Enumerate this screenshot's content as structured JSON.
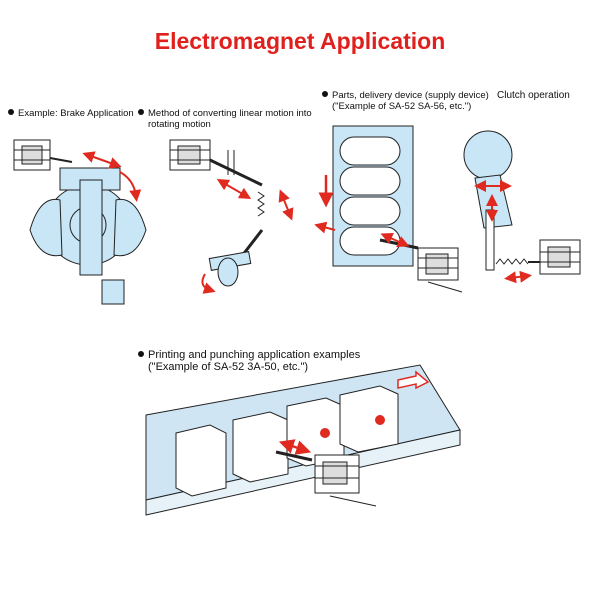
{
  "title": "Electromagnet Application",
  "captions": {
    "brake": "Example: Brake Application",
    "linear_line1": "Method of converting linear motion into",
    "linear_line2": "rotating motion",
    "parts_line1": "Parts, delivery device (supply device)",
    "parts_line2": "(\"Example of SA-52 SA-56, etc.\")",
    "clutch": "Clutch operation",
    "printing_line1": "Printing and punching application examples",
    "printing_line2": "(\"Example of SA-52 3A-50, etc.\")"
  },
  "colors": {
    "title": "#e0201c",
    "part_fill": "#c8e6f5",
    "conveyor": "#cfe5f3",
    "arrow": "#e02a20",
    "line": "#222222"
  }
}
